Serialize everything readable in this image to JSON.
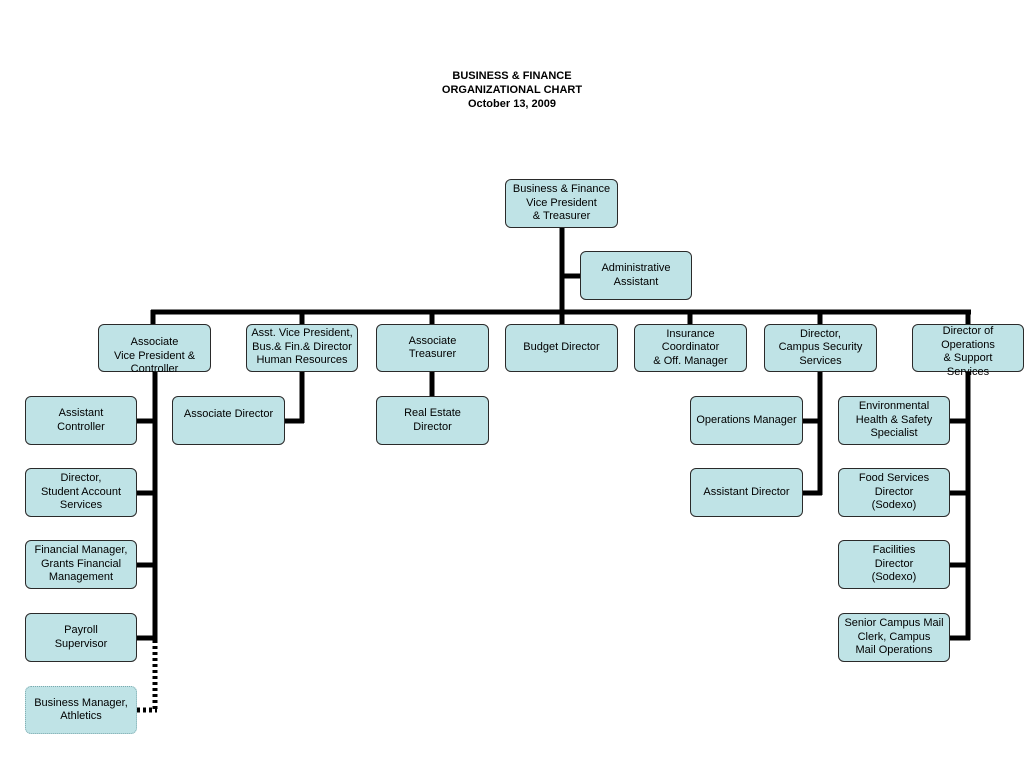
{
  "title": {
    "line1": "BUSINESS & FINANCE",
    "line2": "ORGANIZATIONAL  CHART",
    "line3": "October 13, 2009"
  },
  "nodes": {
    "vp": "Business & Finance\nVice President\n& Treasurer",
    "admin_assistant": "Administrative\nAssistant",
    "avp_controller": "Associate\nVice President &\nController",
    "avp_hr": "Asst. Vice President,\nBus.& Fin.& Director\nHuman Resources",
    "assoc_treasurer": "Associate\nTreasurer",
    "budget_director": "Budget Director",
    "insurance": "Insurance\nCoordinator\n& Off. Manager",
    "campus_security": "Director,\nCampus Security\nServices",
    "operations_director": "Director of\nOperations\n& Support\nServices",
    "assistant_controller": "Assistant\nController",
    "student_accounts": "Director,\nStudent Account\nServices",
    "grants_manager": "Financial Manager,\nGrants Financial\nManagement",
    "payroll": "Payroll\nSupervisor",
    "athletics": "Business Manager,\nAthletics",
    "associate_director": "Associate  Director",
    "real_estate": "Real Estate\nDirector",
    "operations_manager": "Operations Manager",
    "assistant_director": "Assistant Director",
    "ehs": "Environmental\nHealth & Safety\nSpecialist",
    "food_services": "Food Services\nDirector\n(Sodexo)",
    "facilities": "Facilities\nDirector\n(Sodexo)",
    "mail": "Senior Campus Mail\nClerk, Campus\nMail Operations"
  },
  "colors": {
    "box_fill": "#bfe3e6",
    "box_border": "#2a2a2a",
    "line": "#000000"
  }
}
